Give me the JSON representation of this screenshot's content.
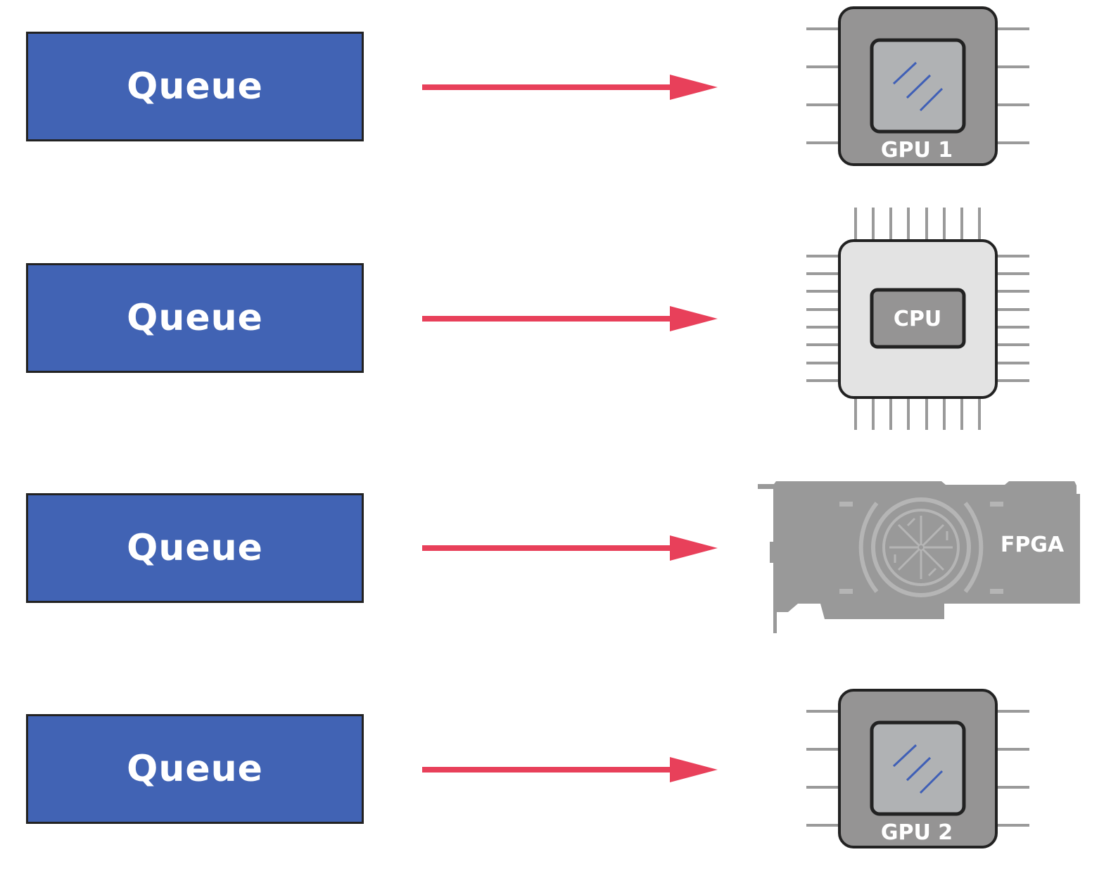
{
  "colors": {
    "queue_fill": "#4163b4",
    "queue_border": "#222222",
    "queue_text": "#ffffff",
    "arrow": "#e8405a",
    "chip_body_dark": "#959494",
    "chip_body_light": "#e3e3e3",
    "chip_die": "#b0b2b4",
    "chip_pins": "#9a9a9a",
    "die_line": "#3f5fb6",
    "fpga_card": "#999999",
    "fpga_fan": "#b5b5b5"
  },
  "rows": [
    {
      "queue_label": "Queue",
      "device_type": "gpu",
      "device_label": "GPU 1",
      "device_icon": "gpu-chip-icon"
    },
    {
      "queue_label": "Queue",
      "device_type": "cpu",
      "device_label": "CPU",
      "device_icon": "cpu-chip-icon"
    },
    {
      "queue_label": "Queue",
      "device_type": "fpga",
      "device_label": "FPGA",
      "device_icon": "fpga-card-icon"
    },
    {
      "queue_label": "Queue",
      "device_type": "gpu",
      "device_label": "GPU 2",
      "device_icon": "gpu-chip-icon"
    }
  ]
}
